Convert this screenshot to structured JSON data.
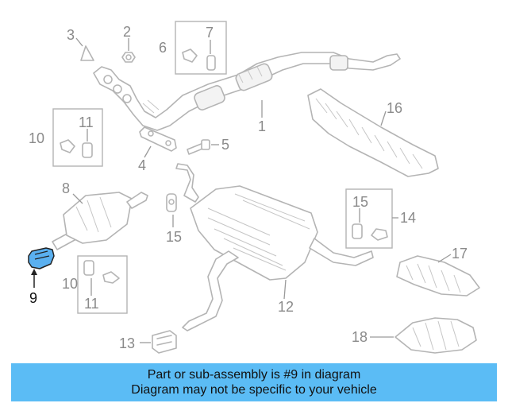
{
  "diagram": {
    "callouts": {
      "c1": "1",
      "c2": "2",
      "c3": "3",
      "c4": "4",
      "c5": "5",
      "c6": "6",
      "c7": "7",
      "c8": "8",
      "c9": "9",
      "c10a": "10",
      "c10b": "10",
      "c11a": "11",
      "c11b": "11",
      "c12": "12",
      "c13": "13",
      "c14": "14",
      "c15a": "15",
      "c15b": "15",
      "c16": "16",
      "c17": "17",
      "c18": "18"
    },
    "highlighted_part": "9",
    "highlight_color": "#5ab0f0"
  },
  "footer": {
    "line1": "Part or sub-assembly is #9 in diagram",
    "line2": "Diagram may not be specific to your vehicle",
    "background": "#5bbcf5"
  }
}
